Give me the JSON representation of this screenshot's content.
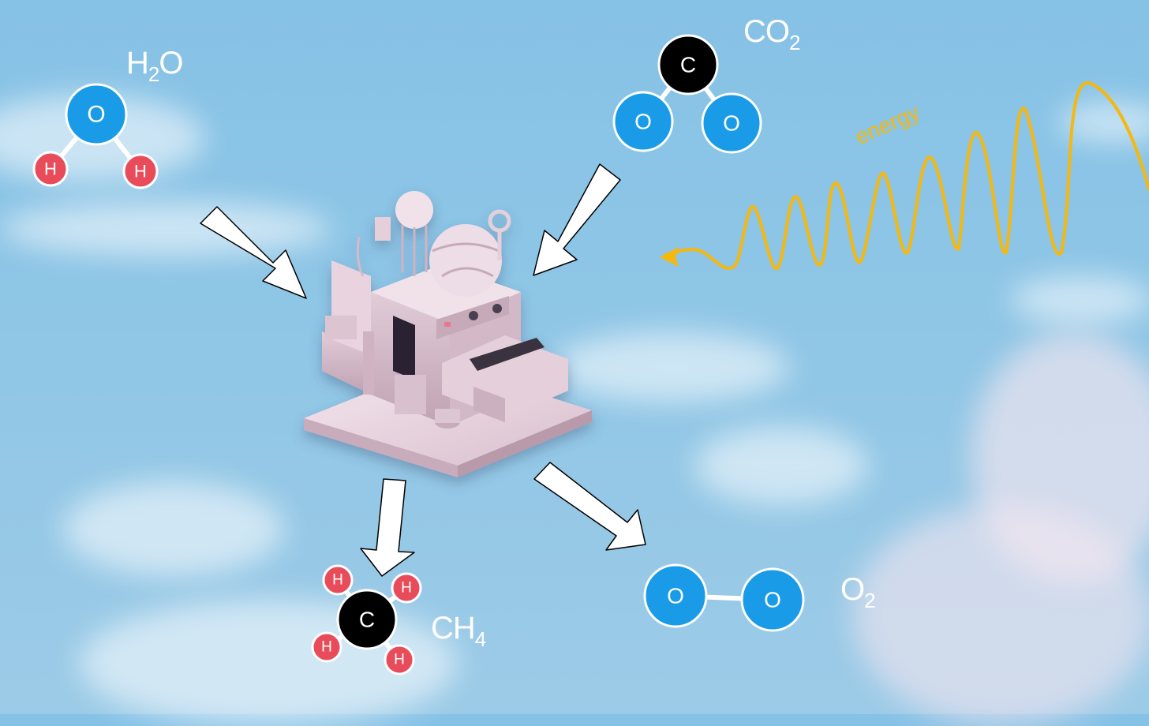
{
  "molecules": {
    "water": {
      "formula": "H",
      "sub": "2",
      "tail": "O",
      "o": "O",
      "h1": "H",
      "h2": "H"
    },
    "co2": {
      "formula": "CO",
      "sub": "2",
      "c": "C",
      "o1": "O",
      "o2": "O"
    },
    "methane": {
      "formula": "CH",
      "sub": "4",
      "c": "C",
      "h1": "H",
      "h2": "H",
      "h3": "H",
      "h4": "H"
    },
    "oxygen": {
      "formula": "O",
      "sub": "2",
      "o1": "O",
      "o2": "O"
    }
  },
  "energy": {
    "label": "energy"
  },
  "colors": {
    "oxygen_atom": "#1a9be8",
    "hydrogen_atom": "#e84c5a",
    "carbon_atom": "#000000",
    "energy_wave": "#f5b80f",
    "arrow_fill": "#ffffff"
  },
  "icons": {
    "machine": "machine-icon"
  }
}
